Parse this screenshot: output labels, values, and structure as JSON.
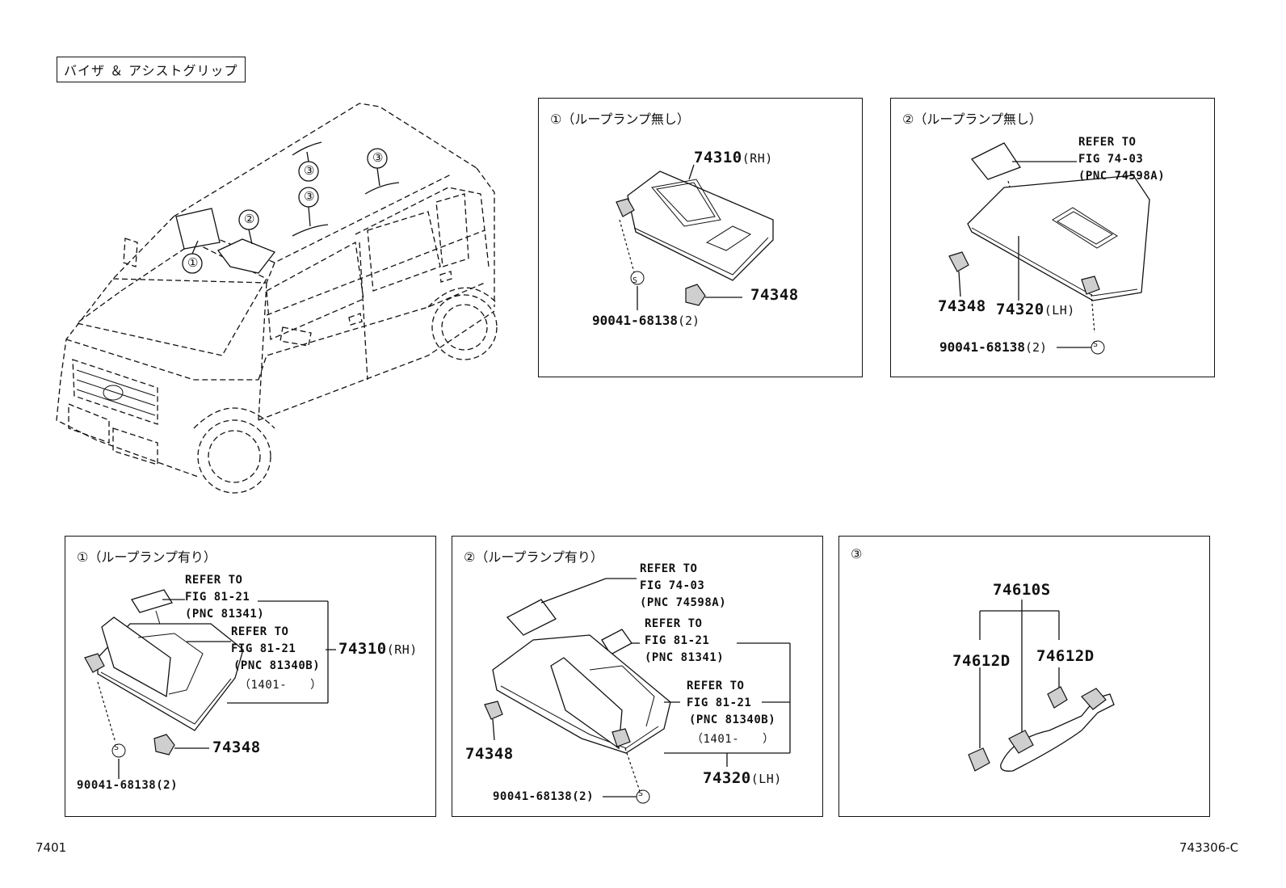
{
  "header": {
    "title": "バイザ ＆ アシストグリップ"
  },
  "overview": {
    "callouts": [
      "①",
      "②",
      "③",
      "③",
      "③"
    ]
  },
  "panel1": {
    "title": "①（ループランプ無し）",
    "part_main": "74310",
    "part_main_side": "(RH)",
    "part_clip": "74348",
    "part_screw": "90041-68138",
    "part_screw_qty": "(2)",
    "screw_symbol": "S"
  },
  "panel2": {
    "title": "②（ループランプ無し）",
    "refer1": "REFER TO",
    "refer2": "FIG 74-03",
    "refer3": "(PNC 74598A)",
    "part_clip": "74348",
    "part_main": "74320",
    "part_main_side": "(LH)",
    "part_screw": "90041-68138",
    "part_screw_qty": "(2)",
    "screw_symbol": "S"
  },
  "panel3": {
    "title": "①（ループランプ有り）",
    "refA1": "REFER TO",
    "refA2": "FIG 81-21",
    "refA3": "(PNC 81341)",
    "refB1": "REFER TO",
    "refB2": "FIG 81-21",
    "refB3": "(PNC 81340B)",
    "refB4": "（1401-　　）",
    "part_main": "74310",
    "part_main_side": "(RH)",
    "part_clip": "74348",
    "part_screw": "90041-68138",
    "part_screw_qty": "(2)",
    "screw_symbol": "S"
  },
  "panel4": {
    "title": "②（ループランプ有り）",
    "refA1": "REFER TO",
    "refA2": "FIG 74-03",
    "refA3": "(PNC 74598A)",
    "refB1": "REFER TO",
    "refB2": "FIG 81-21",
    "refB3": "(PNC 81341)",
    "refC1": "REFER TO",
    "refC2": "FIG 81-21",
    "refC3": "(PNC 81340B)",
    "refC4": "（1401-　　）",
    "part_clip": "74348",
    "part_main": "74320",
    "part_main_side": "(LH)",
    "part_screw": "90041-68138",
    "part_screw_qty": "(2)",
    "screw_symbol": "S"
  },
  "panel5": {
    "title": "③",
    "part_assy": "74610S",
    "part_cap_left": "74612D",
    "part_cap_right": "74612D"
  },
  "footer": {
    "left": "7401",
    "right": "743306-C"
  }
}
